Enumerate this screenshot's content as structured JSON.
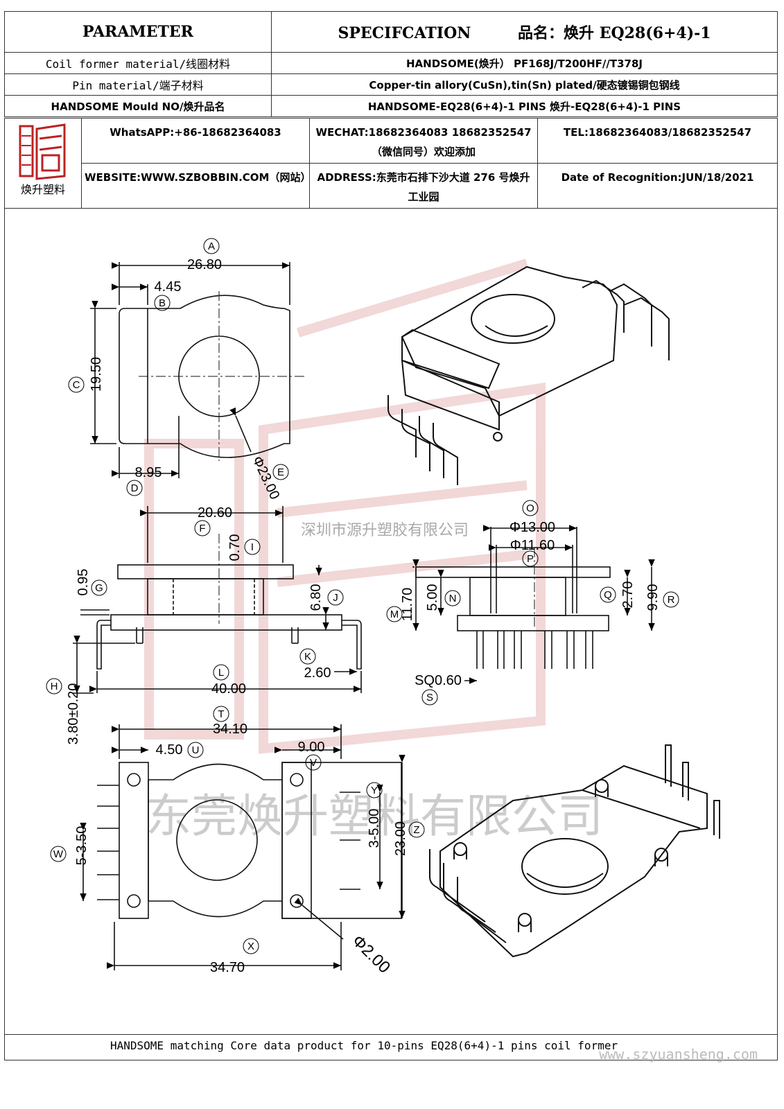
{
  "header": {
    "parameter_title": "PARAMETER",
    "spec_title": "SPECIFCATION",
    "product_name": "品名：焕升 EQ28(6+4)-1",
    "rows": [
      {
        "label": "Coil former material/线圈材料",
        "value": "HANDSOME(焕升）  PF168J/T200HF//T378J"
      },
      {
        "label": "Pin material/端子材料",
        "value": "Copper-tin allory(CuSn),tin(Sn) plated/硬态镀锡铜包钢线"
      },
      {
        "label": "HANDSOME Mould NO/焕升品名",
        "value": "HANDSOME-EQ28(6+4)-1 PINS    焕升-EQ28(6+4)-1 PINS"
      }
    ]
  },
  "contact": {
    "logo_caption": "焕升塑料",
    "whatsapp": "WhatsAPP:+86-18682364083",
    "wechat": "WECHAT:18682364083 18682352547（微信同号）欢迎添加",
    "tel": "TEL:18682364083/18682352547",
    "website": "WEBSITE:WWW.SZBOBBIN.COM（网站）",
    "address": "ADDRESS:东莞市石排下沙大道 276 号焕升工业园",
    "date": "Date of Recognition:JUN/18/2021"
  },
  "drawing": {
    "watermark_top": "深圳市源升塑胶有限公司",
    "watermark_bottom": "东莞焕升塑料有限公司",
    "dims": {
      "A": "26.80",
      "B": "4.45",
      "C": "19.50",
      "D": "8.95",
      "E": "Φ23.00",
      "F": "20.60",
      "I": "0.70",
      "G": "0.95",
      "J": "6.80",
      "K": "2.60",
      "L": "40.00",
      "H": "3.80±0.20",
      "O": "Φ13.00",
      "P": "Φ11.60",
      "N": "5.00",
      "M": "11.70",
      "Q": "2.70",
      "R": "9.90",
      "S": "SQ0.60",
      "T": "34.10",
      "U": "4.50",
      "V": "9.00",
      "W": "5-3.50",
      "Y": "3-5.00",
      "Z": "23.00",
      "X": "34.70",
      "hole": "Φ2.00"
    },
    "letters": [
      "A",
      "B",
      "C",
      "D",
      "E",
      "F",
      "I",
      "G",
      "J",
      "K",
      "L",
      "H",
      "O",
      "P",
      "N",
      "M",
      "Q",
      "R",
      "S",
      "T",
      "U",
      "V",
      "W",
      "Y",
      "Z",
      "X"
    ]
  },
  "footer": {
    "text": "HANDSOME matching Core data  product for 10-pins EQ28(6+4)-1 pins coil former",
    "url": "www.szyuansheng.com"
  }
}
